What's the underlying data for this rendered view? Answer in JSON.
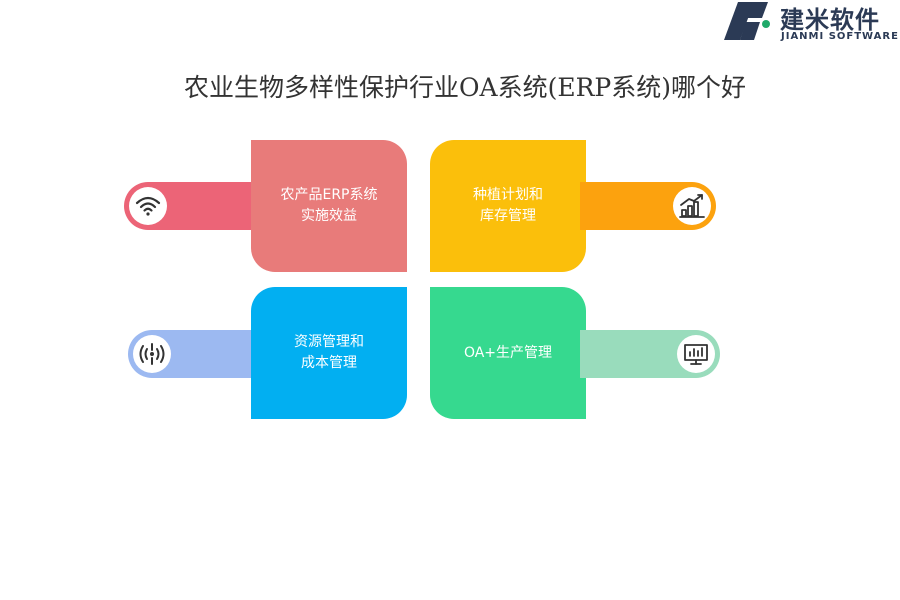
{
  "logo": {
    "name_cn": "建米软件",
    "name_en": "JIANMI SOFTWARE"
  },
  "title": "农业生物多样性保护行业OA系统(ERP系统)哪个好",
  "colors": {
    "card1": "#e87b7a",
    "tab1": "#ec6477",
    "card2": "#fbbf0b",
    "tab2": "#fca20e",
    "card3": "#02aff1",
    "tab3": "#9cb9f1",
    "card4": "#36d98f",
    "tab4": "#99dcbc",
    "icon": "#333333"
  },
  "items": [
    {
      "label": "农产品ERP系统\n实施效益",
      "icon": "wifi-icon"
    },
    {
      "label": "种植计划和\n库存管理",
      "icon": "bar-chart-growth-icon"
    },
    {
      "label": "资源管理和\n成本管理",
      "icon": "broadcast-icon"
    },
    {
      "label": "OA+生产管理",
      "icon": "monitor-chart-icon"
    }
  ]
}
